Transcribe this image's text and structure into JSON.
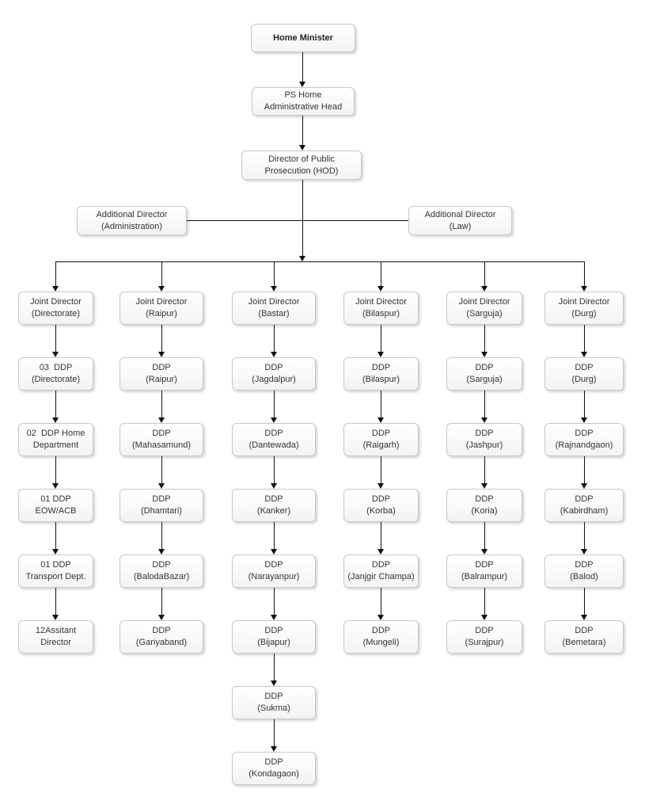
{
  "nodes": {
    "home_minister": "Home Minister",
    "ps_home": "PS Home\nAdministrative Head",
    "dpp": "Director of Public\nProsecution (HOD)",
    "addl_admin": "Additional Director\n(Administration)",
    "addl_law": "Additional Director\n(Law)"
  },
  "columns": [
    {
      "head": "Joint Director\n(Directorate)",
      "nodes": [
        "03  DDP\n(Directorate)",
        "02  DDP Home\nDepartment",
        "01 DDP\nEOW/ACB",
        "01 DDP\nTransport Dept.",
        "12Assitant\nDirector"
      ]
    },
    {
      "head": "Joint Director\n(Raipur)",
      "nodes": [
        "DDP\n(Raipur)",
        "DDP\n(Mahasamund)",
        "DDP\n(Dhamtari)",
        "DDP\n(BalodaBazar)",
        "DDP\n(Gariyaband)"
      ]
    },
    {
      "head": "Joint Director\n(Bastar)",
      "nodes": [
        "DDP\n(Jagdalpur)",
        "DDP\n(Dantewada)",
        "DDP\n(Kanker)",
        "DDP\n(Narayanpur)",
        "DDP\n(Bijapur)",
        "DDP\n(Sukma)",
        "DDP\n(Kondagaon)"
      ]
    },
    {
      "head": "Joint Director\n(Bilaspur)",
      "nodes": [
        "DDP\n(Bilaspur)",
        "DDP\n(Raigarh)",
        "DDP\n(Korba)",
        "DDP\n(Janjgir Champa)",
        "DDP\n(Mungeli)"
      ]
    },
    {
      "head": "Joint Director\n(Sarguja)",
      "nodes": [
        "DDP\n(Sarguja)",
        "DDP\n(Jashpur)",
        "DDP\n(Koria)",
        "DDP\n(Balrampur)",
        "DDP\n(Surajpur)"
      ]
    },
    {
      "head": "Joint Director\n(Durg)",
      "nodes": [
        "DDP\n(Durg)",
        "DDP\n(Rajnandgaon)",
        "DDP\n(Kabirdham)",
        "DDP\n(Balod)",
        "DDP\n(Bemetara)"
      ]
    }
  ]
}
